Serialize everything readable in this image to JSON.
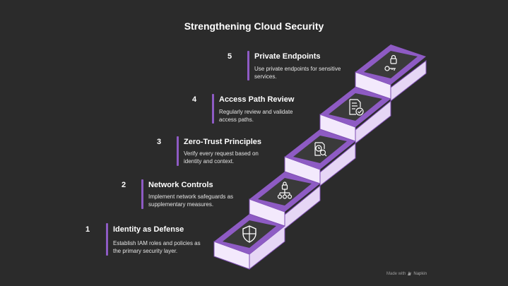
{
  "title": "Strengthening Cloud Security",
  "steps": [
    {
      "number": "1",
      "title": "Identity as Defense",
      "desc_line1": "Establish IAM roles and policies as",
      "desc_line2": "the primary security layer.",
      "icon": "shield-icon"
    },
    {
      "number": "2",
      "title": "Network Controls",
      "desc_line1": "Implement network safeguards as",
      "desc_line2": "supplementary measures.",
      "icon": "network-lock-icon"
    },
    {
      "number": "3",
      "title": "Zero-Trust Principles",
      "desc_line1": "Verify every request based on",
      "desc_line2": "identity and context.",
      "icon": "clock-search-icon"
    },
    {
      "number": "4",
      "title": "Access Path Review",
      "desc_line1": "Regularly review and validate",
      "desc_line2": "access paths.",
      "icon": "document-check-icon"
    },
    {
      "number": "5",
      "title": "Private Endpoints",
      "desc_line1": "Use private endpoints for sensitive",
      "desc_line2": "services.",
      "icon": "lock-key-icon"
    }
  ],
  "watermark": {
    "prefix": "Made with",
    "brand": "Napkin"
  },
  "colors": {
    "background": "#2b2b2b",
    "accent": "#8e5bc4",
    "step_face": "#f3e9fc",
    "step_side": "#e6d6f5",
    "step_top": "#3a3a3a"
  }
}
